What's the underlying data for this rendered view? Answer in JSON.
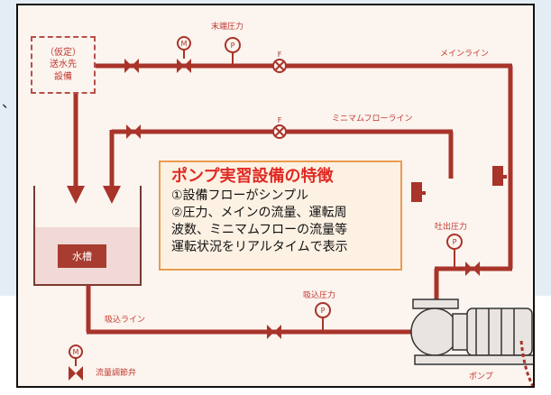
{
  "diagram": {
    "source_box_lines": [
      "（仮定）",
      "送水先",
      "設備"
    ],
    "labels": {
      "end_pressure": "末端圧力",
      "main_line": "メインライン",
      "minimum_flow_line": "ミニマムフローライン",
      "discharge_pressure": "吐出圧力",
      "suction_pressure": "吸込圧力",
      "suction_line": "吸込ライン",
      "flow_control_valve": "流量調節弁",
      "pump": "ポンプ",
      "tank": "水槽"
    },
    "symbols": {
      "pressure_gauge": "P",
      "flow_meter": "F",
      "motor": "M"
    }
  },
  "callout": {
    "title": "ポンプ実習設備の特徴",
    "lines": [
      "①設備フローがシンプル",
      "②圧力、メインの流量、運転周",
      "波数、ミニマムフローの流量等",
      "運転状況をリアルタイムで表示"
    ]
  },
  "side_mark": "、"
}
